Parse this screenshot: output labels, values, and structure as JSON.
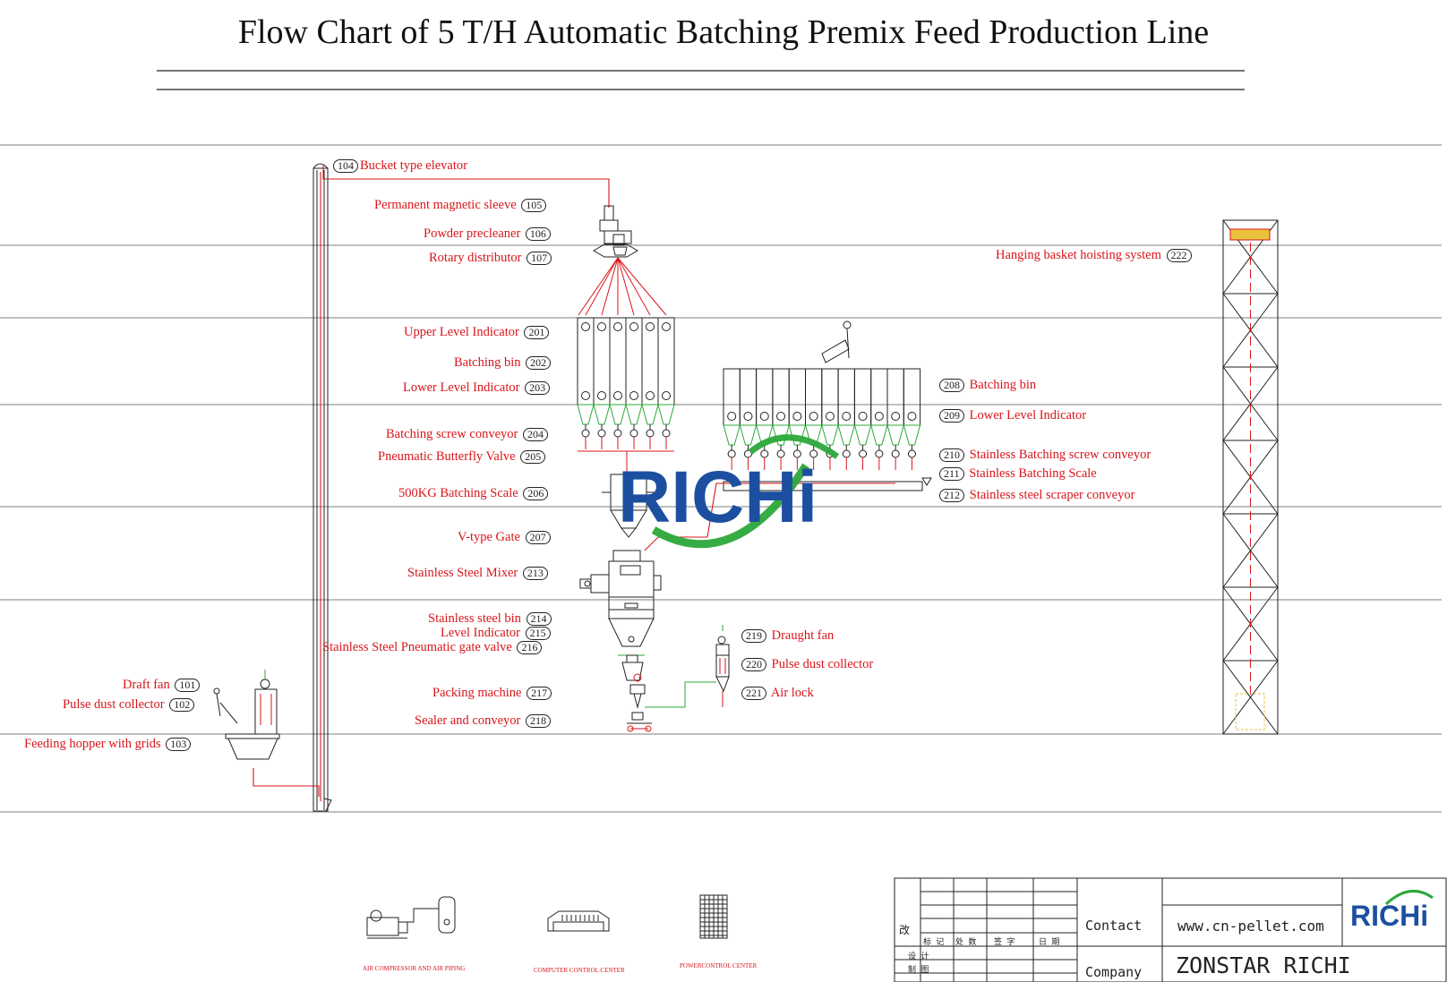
{
  "title": "Flow Chart of 5 T/H Automatic Batching Premix Feed Production Line",
  "labels_left": [
    {
      "id": "104",
      "text": "Bucket type elevator"
    },
    {
      "id": "105",
      "text": "Permanent magnetic sleeve"
    },
    {
      "id": "106",
      "text": "Powder precleaner"
    },
    {
      "id": "107",
      "text": "Rotary distributor"
    },
    {
      "id": "201",
      "text": "Upper Level Indicator"
    },
    {
      "id": "202",
      "text": "Batching bin"
    },
    {
      "id": "203",
      "text": "Lower Level Indicator"
    },
    {
      "id": "204",
      "text": "Batching screw conveyor"
    },
    {
      "id": "205",
      "text": "Pneumatic Butterfly Valve"
    },
    {
      "id": "206",
      "text": "500KG Batching Scale"
    },
    {
      "id": "207",
      "text": "V-type Gate"
    },
    {
      "id": "213",
      "text": "Stainless Steel Mixer"
    },
    {
      "id": "214",
      "text": "Stainless steel bin"
    },
    {
      "id": "215",
      "text": "Level Indicator"
    },
    {
      "id": "216",
      "text": "Stainless Steel Pneumatic gate valve"
    },
    {
      "id": "217",
      "text": "Packing machine"
    },
    {
      "id": "218",
      "text": "Sealer and conveyor"
    }
  ],
  "labels_feed": [
    {
      "id": "101",
      "text": "Draft fan"
    },
    {
      "id": "102",
      "text": "Pulse dust collector"
    },
    {
      "id": "103",
      "text": "Feeding hopper with grids"
    }
  ],
  "labels_right": [
    {
      "id": "208",
      "text": "Batching bin"
    },
    {
      "id": "209",
      "text": "Lower Level Indicator"
    },
    {
      "id": "210",
      "text": "Stainless Batching screw conveyor"
    },
    {
      "id": "211",
      "text": "Stainless Batching Scale"
    },
    {
      "id": "212",
      "text": "Stainless steel scraper conveyor"
    },
    {
      "id": "219",
      "text": "Draught fan"
    },
    {
      "id": "220",
      "text": "Pulse dust collector"
    },
    {
      "id": "221",
      "text": "Air lock"
    }
  ],
  "label_hoist": {
    "id": "222",
    "text": "Hanging basket hoisting system"
  },
  "logo_text": "RICHi",
  "bottom_labels": {
    "air": "AIR COMPRESSOR AND AIR PIPING",
    "computer": "COMPUTER CONTROL CENTER",
    "power": "POWERCONTROL CENTER"
  },
  "title_block": {
    "contact_label": "Contact",
    "website": "www.cn-pellet.com",
    "company_label": "Company",
    "company": "ZONSTAR RICHI",
    "cells": [
      "改",
      "标 记",
      "处 数",
      "签 字",
      "日 期",
      "设 计",
      "制 图"
    ]
  },
  "colors": {
    "red": "#d8161b",
    "green": "#2ca83a",
    "blue": "#1c4fa0",
    "line": "#222222"
  }
}
